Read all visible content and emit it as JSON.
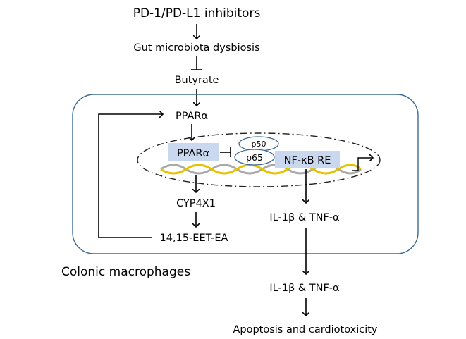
{
  "diagram": {
    "top": {
      "inhibitors": "PD-1/PD-L1 inhibitors",
      "dysbiosis": "Gut microbiota dysbiosis",
      "butyrate": "Butyrate"
    },
    "macrophage": {
      "label": "Colonic macrophages",
      "ppar_top": "PPARα",
      "nucleus": {
        "ppar_box": "PPARα",
        "p50": "p50",
        "p65": "p65",
        "nfkb_re": "NF-κB RE"
      },
      "cyp": "CYP4X1",
      "eet": "14,15-EET-EA",
      "cytokines_inside": "IL-1β & TNF-α"
    },
    "bottom": {
      "cytokines_outside": "IL-1β & TNF-α",
      "outcome": "Apoptosis and cardiotoxicity"
    },
    "colors": {
      "macrophage_border": "#3a6a93",
      "box_fill": "#c9d8ef",
      "oval_stroke": "#3a6a93",
      "dna_gold": "#e5c100",
      "dna_gray": "#a9a9a9"
    }
  }
}
